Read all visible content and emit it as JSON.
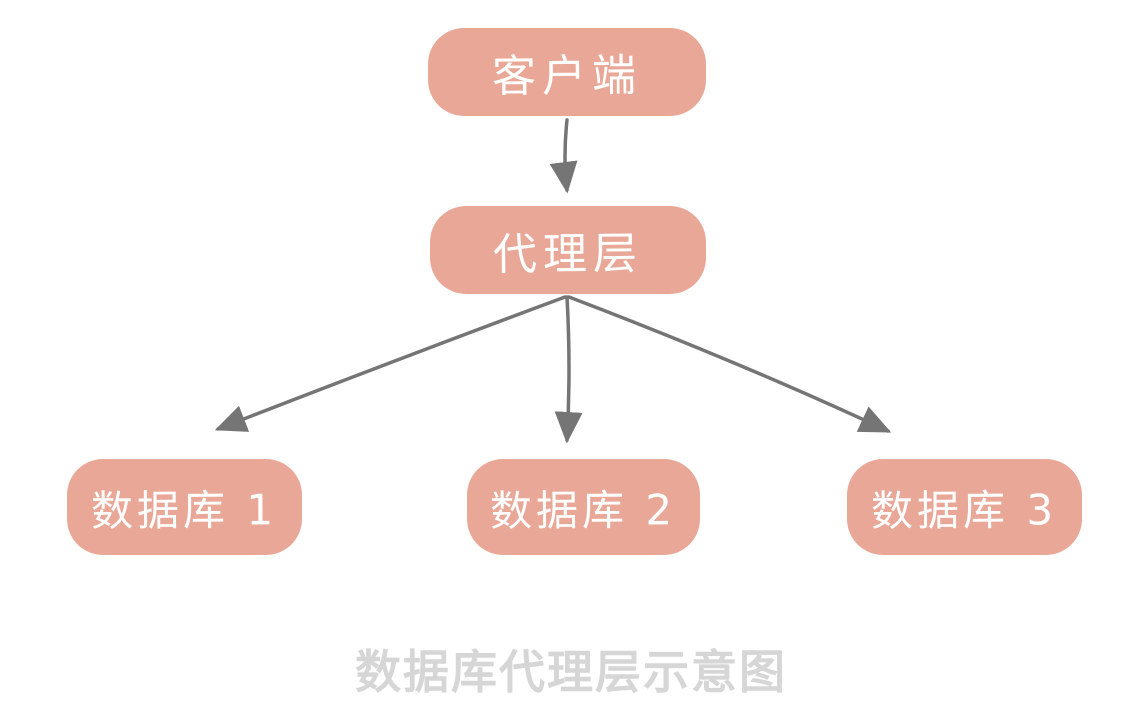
{
  "diagram": {
    "title_caption": "数据库代理层示意图",
    "nodes": {
      "client": {
        "label": "客户端"
      },
      "proxy": {
        "label": "代理层"
      },
      "databases": [
        {
          "label": "数据库 1"
        },
        {
          "label": "数据库 2"
        },
        {
          "label": "数据库 3"
        }
      ]
    },
    "edges": [
      {
        "from": "client",
        "to": "proxy"
      },
      {
        "from": "proxy",
        "to": "database-1"
      },
      {
        "from": "proxy",
        "to": "database-2"
      },
      {
        "from": "proxy",
        "to": "database-3"
      }
    ]
  },
  "colors": {
    "node_fill": "#E9A897",
    "node_text": "#FFFFFF",
    "arrow": "#757575",
    "caption_text": "#D6D6D6",
    "background": "#FFFFFF"
  }
}
